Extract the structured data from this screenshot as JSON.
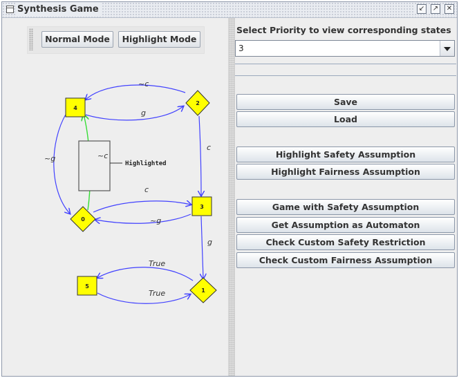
{
  "window": {
    "title": "Synthesis Game",
    "controls": [
      "minimize-icon",
      "maximize-icon",
      "close-icon"
    ]
  },
  "left_panel": {
    "mode_buttons": {
      "normal": "Normal Mode",
      "highlight": "Highlight Mode"
    },
    "graph": {
      "nodes": [
        {
          "id": "4",
          "shape": "square"
        },
        {
          "id": "2",
          "shape": "diamond"
        },
        {
          "id": "0",
          "shape": "diamond"
        },
        {
          "id": "3",
          "shape": "square"
        },
        {
          "id": "5",
          "shape": "square"
        },
        {
          "id": "1",
          "shape": "diamond"
        }
      ],
      "edges": [
        {
          "from": "2",
          "to": "4",
          "label": "~c"
        },
        {
          "from": "4",
          "to": "2",
          "label": "g"
        },
        {
          "from": "2",
          "to": "3",
          "label": "c"
        },
        {
          "from": "4",
          "to": "0",
          "label": "~g"
        },
        {
          "from": "0",
          "to": "4",
          "label": "~c",
          "highlighted": true
        },
        {
          "from": "0",
          "to": "3",
          "label": "c"
        },
        {
          "from": "3",
          "to": "0",
          "label": "~g"
        },
        {
          "from": "3",
          "to": "1",
          "label": "g"
        },
        {
          "from": "1",
          "to": "5",
          "label": "True"
        },
        {
          "from": "5",
          "to": "1",
          "label": "True"
        }
      ],
      "highlight_note": "Highlighted",
      "colors": {
        "node_fill": "#ffff00",
        "edge": "#4040ff",
        "highlight_edge": "#33dd33"
      }
    }
  },
  "right_panel": {
    "select_label": "Select Priority to view corresponding states",
    "priority_value": "3",
    "buttons": {
      "save": "Save",
      "load": "Load",
      "highlight_safety": "Highlight Safety Assumption",
      "highlight_fairness": "Highlight Fairness Assumption",
      "game_safety": "Game with Safety Assumption",
      "get_automaton": "Get Assumption as Automaton",
      "check_safety": "Check Custom Safety Restriction",
      "check_fairness": "Check Custom Fairness Assumption"
    }
  }
}
